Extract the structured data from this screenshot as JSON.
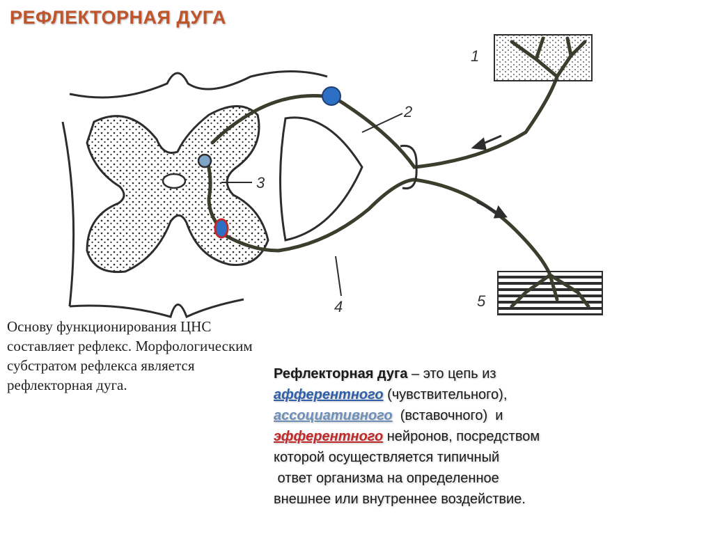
{
  "title": "РЕФЛЕКТОРНАЯ ДУГА",
  "diagram": {
    "labels": [
      "1",
      "2",
      "3",
      "4",
      "5"
    ],
    "colors": {
      "line": "#3d3d2e",
      "afferent_neuron": "#2d6fc4",
      "associative_neuron": "#7da4c9",
      "efferent_neuron": "#2d6fc4",
      "efferent_outline": "#c0282a",
      "title": "#c0542a"
    }
  },
  "intro": {
    "lines": [
      "Основу функционирования ЦНС",
      "составляет рефлекс. Морфологическим",
      "субстратом рефлекса является",
      "рефлекторная дуга."
    ]
  },
  "definition": {
    "term": "Рефлекторная дуга",
    "dash": " – это цепь из",
    "afferent": "афферентного",
    "afferent_note": " (чувствительного),",
    "associative": "ассоциативного",
    "associative_note": "  (вставочного)  и",
    "efferent": "эфферентного",
    "efferent_note": " нейронов, посредством",
    "line4": "которой осуществляется типичный",
    "line5": " ответ организма на определенное",
    "line6": "внешнее или внутреннее воздействие."
  }
}
